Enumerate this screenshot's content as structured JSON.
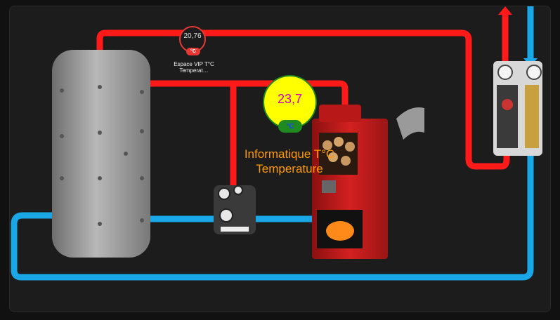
{
  "sensor_small": {
    "value": "20,76",
    "unit": "°C",
    "label": "Espace VIP T°C Temperat…"
  },
  "sensor_big": {
    "value": "23,7",
    "unit": "°C",
    "label": "Informatique T°C Temperature"
  },
  "colors": {
    "hot_pipe": "#ff1a1a",
    "cold_pipe": "#1aa7e8",
    "sensor_yellow": "#ffff00",
    "sensor_green": "#1f8a1f",
    "big_value": "#d000c8",
    "big_label": "#ff9900",
    "small_badge": "#e53935"
  }
}
